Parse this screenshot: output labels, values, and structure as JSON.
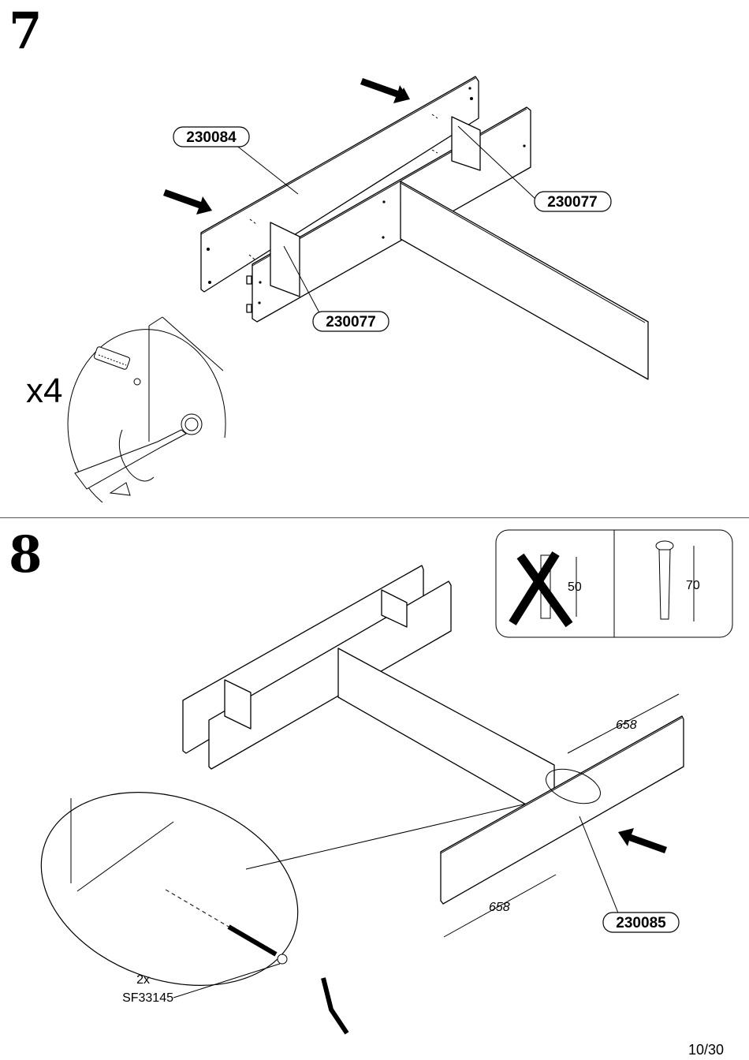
{
  "page": {
    "number": "10/30"
  },
  "step7": {
    "number": "7",
    "quantity": "x4",
    "parts": {
      "top": "230084",
      "right": "230077",
      "bottom": "230077"
    }
  },
  "step8": {
    "number": "8",
    "screw_wrong_length": "50",
    "screw_right_length": "70",
    "dim_right": "658",
    "dim_bottom": "658",
    "part": "230085",
    "hardware_qty": "2x",
    "hardware_code": "SF33145"
  }
}
